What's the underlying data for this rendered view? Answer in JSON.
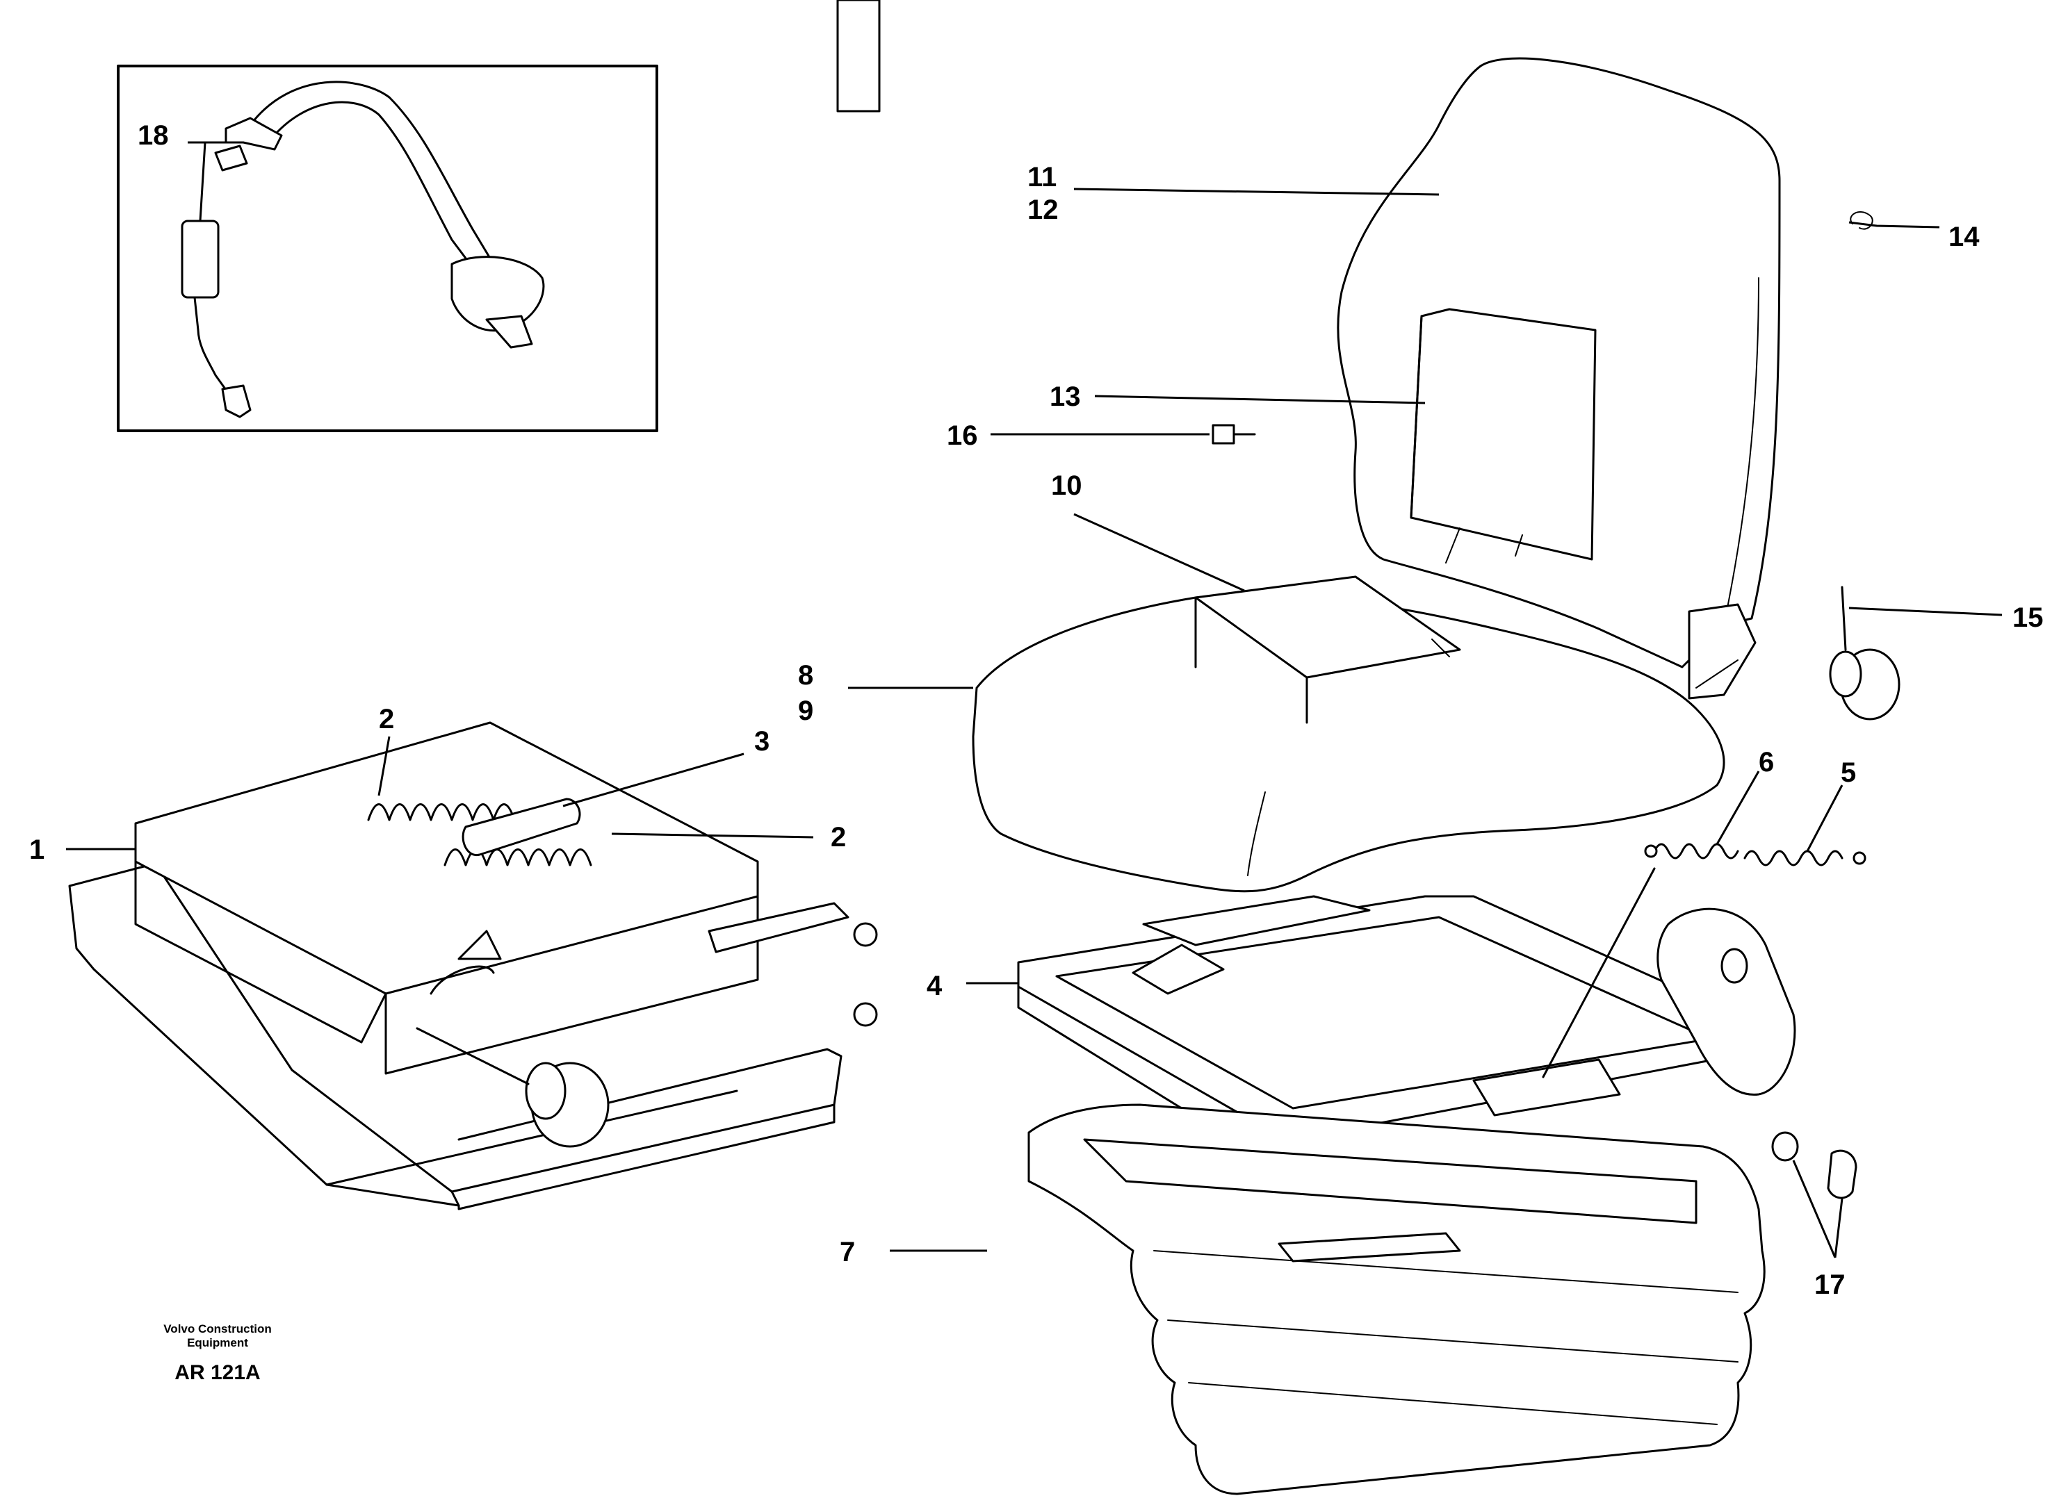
{
  "callouts": {
    "c1": "1",
    "c2a": "2",
    "c2b": "2",
    "c3": "3",
    "c4": "4",
    "c5": "5",
    "c6": "6",
    "c7": "7",
    "c8": "8",
    "c9": "9",
    "c10": "10",
    "c11": "11",
    "c12": "12",
    "c13": "13",
    "c14": "14",
    "c15": "15",
    "c16": "16",
    "c17": "17",
    "c18": "18"
  },
  "footer": {
    "company_line1": "Volvo Construction",
    "company_line2": "Equipment",
    "drawing_code": "AR 121A"
  }
}
